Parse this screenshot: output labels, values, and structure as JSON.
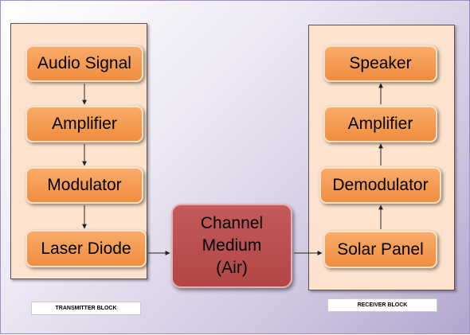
{
  "transmitter": {
    "blocks": [
      "Audio Signal",
      "Amplifier",
      "Modulator",
      "Laser Diode"
    ],
    "caption": "TRANSMITTER BLOCK"
  },
  "channel": {
    "lines": [
      "Channel",
      "Medium",
      "(Air)"
    ]
  },
  "receiver": {
    "blocks": [
      "Speaker",
      "Amplifier",
      "Demodulator",
      "Solar Panel"
    ],
    "caption": "RECEIVER BLOCK"
  },
  "colors": {
    "block_fill": "#f49a4f",
    "panel_fill": "#fde3cd",
    "channel_fill": "#bb4f4f",
    "background": "#cfc5e0"
  }
}
